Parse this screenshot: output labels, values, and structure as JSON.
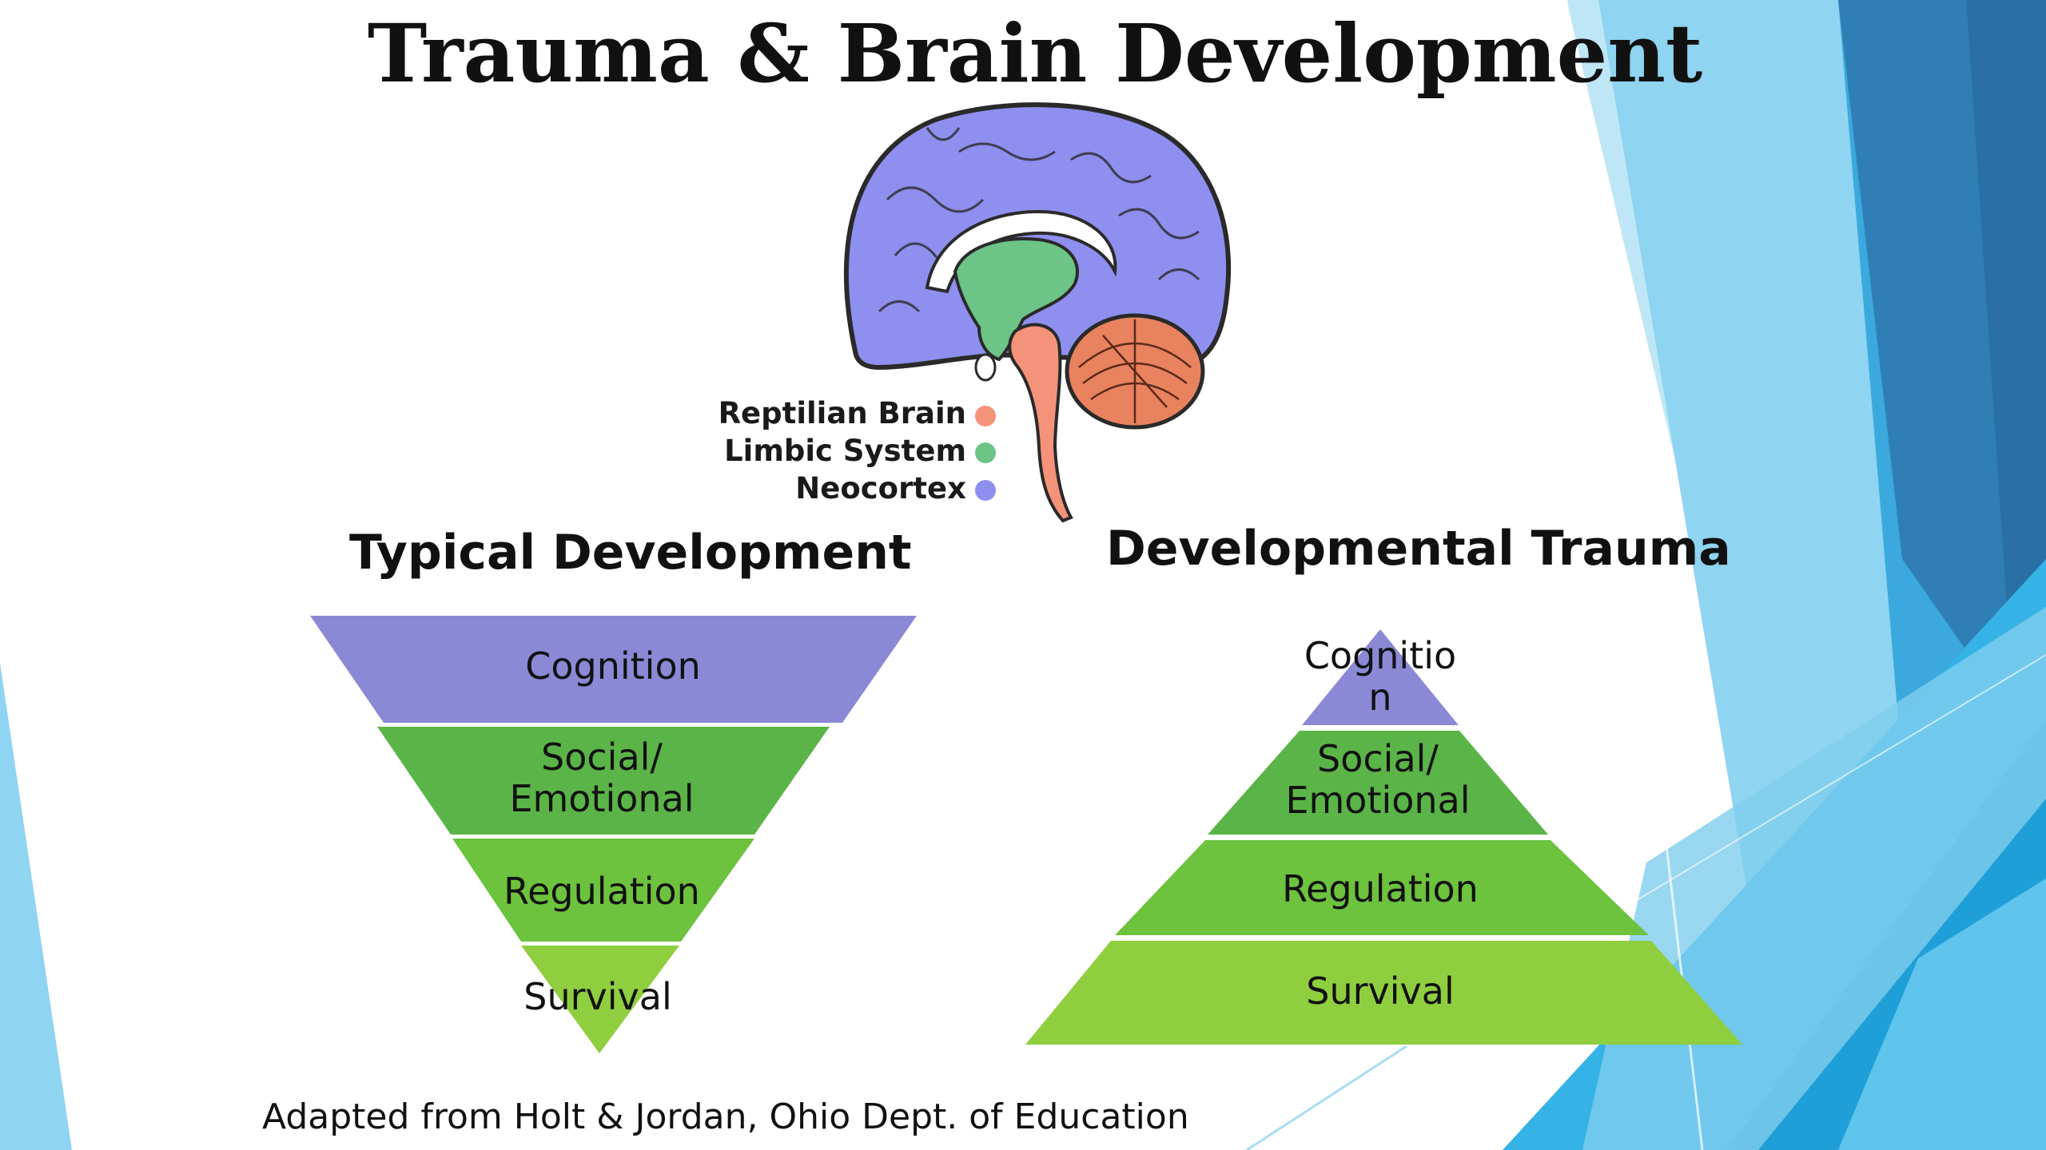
{
  "slide": {
    "title": "Trauma & Brain Development",
    "citation": "Adapted from Holt & Jordan, Ohio Dept. of Education"
  },
  "legend": {
    "items": [
      {
        "label": "Reptilian Brain",
        "color": "#f4937a"
      },
      {
        "label": "Limbic System",
        "color": "#6cc486"
      },
      {
        "label": "Neocortex",
        "color": "#8f8ff0"
      }
    ]
  },
  "typical": {
    "heading": "Typical Development",
    "layers": [
      {
        "label_line1": "Cognition",
        "label_line2": "",
        "color": "#8b89d6"
      },
      {
        "label_line1": "Social/",
        "label_line2": "Emotional",
        "color": "#5bb447"
      },
      {
        "label_line1": "Regulation",
        "label_line2": "",
        "color": "#6dc23e"
      },
      {
        "label_line1": "Survival",
        "label_line2": "",
        "color": "#8fce3f"
      }
    ]
  },
  "trauma": {
    "heading": "Developmental Trauma",
    "layers": [
      {
        "label_line1": "Cognitio",
        "label_line2": "n",
        "color": "#8b89d6"
      },
      {
        "label_line1": "Social/",
        "label_line2": "Emotional",
        "color": "#5bb447"
      },
      {
        "label_line1": "Regulation",
        "label_line2": "",
        "color": "#6dc23e"
      },
      {
        "label_line1": "Survival",
        "label_line2": "",
        "color": "#8fce3f"
      }
    ]
  },
  "colors": {
    "background_blue_light": "#a8ddf3",
    "background_blue_mid": "#3fb3e4",
    "background_blue_dark": "#2b7fb8"
  }
}
